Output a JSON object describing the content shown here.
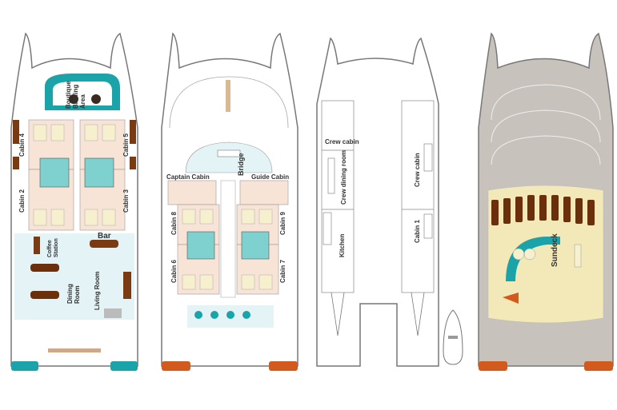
{
  "deck1": {
    "boutique": "Boutique",
    "briefing": "Briefing",
    "area": "Area",
    "cabin4": "Cabin 4",
    "cabin5": "Cabin 5",
    "cabin2": "Cabin 2",
    "cabin3": "Cabin 3",
    "bar": "Bar",
    "coffee": "Coffee",
    "station": "Station",
    "dining": "Dining",
    "room": "Room",
    "living_room": "Living Room"
  },
  "deck2": {
    "bridge": "Bridge",
    "captain_cabin": "Captain Cabin",
    "guide_cabin": "Guide Cabin",
    "cabin8": "Cabin 8",
    "cabin9": "Cabin 9",
    "cabin6": "Cabin 6",
    "cabin7": "Cabin 7"
  },
  "deck3": {
    "crew_cabin_top": "Crew cabin",
    "crew_dining": "Crew dining room",
    "crew_cabin_side": "Crew cabin",
    "kitchen": "Kitchen",
    "cabin1": "Cabin 1"
  },
  "deck4": {
    "sundeck": "Sundeck"
  },
  "colors": {
    "outline": "#777777",
    "accent_orange": "#d35a1d",
    "teal": "#1aa3a8",
    "light_blue": "#e4f3f5",
    "cabin_peach": "#f8e4d7",
    "bathroom": "#7fd1cf",
    "bed": "#f7f0cf",
    "wood_brown": "#7a3a12",
    "sundeck_gray": "#c8c2bd",
    "lounger_brown": "#6b2f0c",
    "deck_cream": "#f3e8b7"
  }
}
